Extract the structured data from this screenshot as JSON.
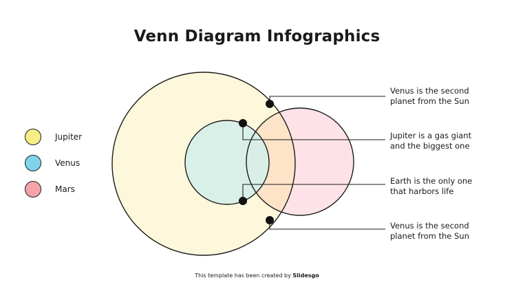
{
  "title": "Venn Diagram Infographics",
  "legend": [
    {
      "label": "Jupiter",
      "color": "#f8ee86"
    },
    {
      "label": "Venus",
      "color": "#7fd4ea"
    },
    {
      "label": "Mars",
      "color": "#f5a3a8"
    }
  ],
  "circles": {
    "jupiter_fill": "#fdf7dc",
    "venus_fill": "#d6efe9",
    "mars_fill": "#fde3e7",
    "overlap_fill": "#fde3c8",
    "stroke": "#1a1a1a"
  },
  "notes": [
    {
      "line1": "Venus is the second",
      "line2": "planet from the Sun"
    },
    {
      "line1": "Jupiter is a gas giant",
      "line2": "and the biggest one"
    },
    {
      "line1": "Earth is the only one",
      "line2": "that harbors life"
    },
    {
      "line1": "Venus is the second",
      "line2": "planet from the Sun"
    }
  ],
  "footer": {
    "prefix": "This template has been created by ",
    "brand": "Slidesgo"
  }
}
